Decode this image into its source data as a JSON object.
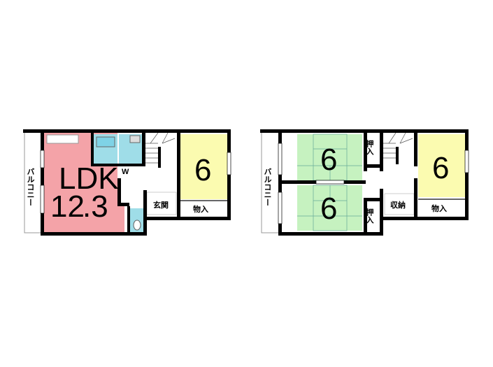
{
  "floor1": {
    "balcony": "バルコニー",
    "ldk_label": "LDK",
    "ldk_size": "12",
    "ldk_size_decimal": ".3",
    "room_size": "6",
    "entrance": "玄関",
    "storage": "物入",
    "washroom_mark": "W"
  },
  "floor2": {
    "balcony": "バルコニー",
    "tatami_top_size": "6",
    "tatami_bottom_size": "6",
    "closet_top": "押入",
    "closet_bottom": "押入",
    "room_size": "6",
    "storage": "収納",
    "closet": "物入"
  },
  "colors": {
    "ldk": "#f4a3a8",
    "bath": "#9fdde8",
    "yellow": "#fbfbb0",
    "tatami": "#c6f2c0",
    "wall": "#000000"
  }
}
